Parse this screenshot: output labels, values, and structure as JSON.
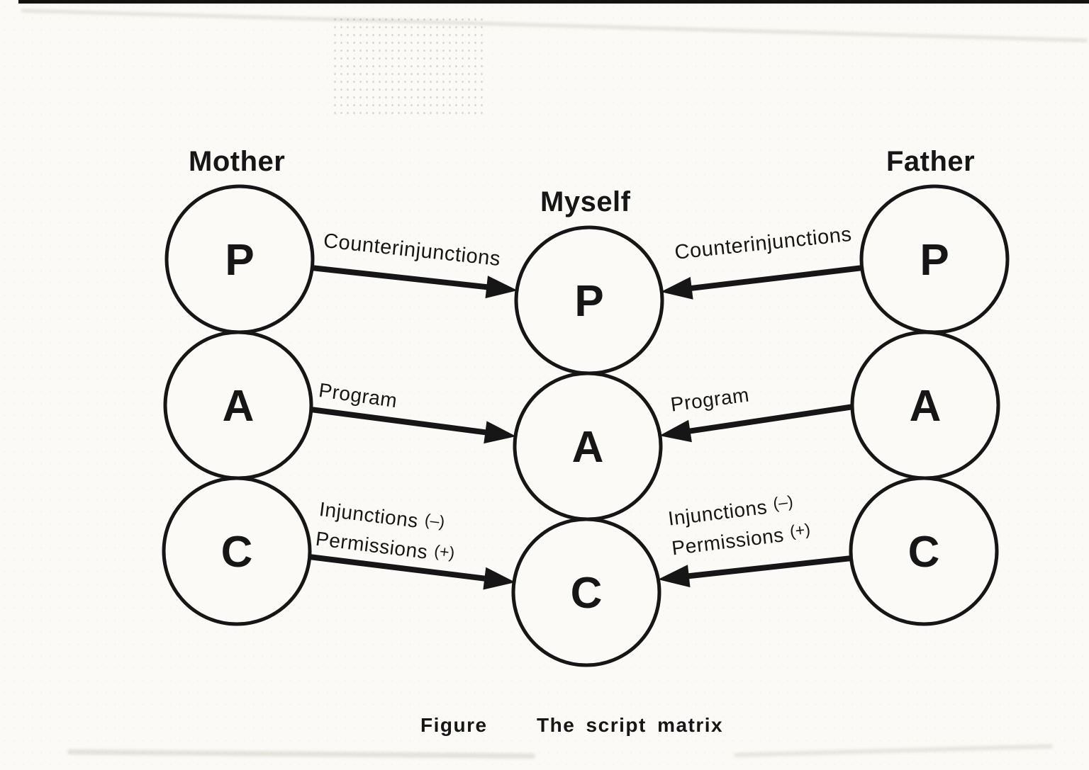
{
  "colors": {
    "ink": "#161616",
    "paper": "#fbfaf6"
  },
  "diagram": {
    "columns": [
      {
        "id": "mother",
        "label": "Mother",
        "nodes": [
          "P",
          "A",
          "C"
        ]
      },
      {
        "id": "myself",
        "label": "Myself",
        "nodes": [
          "P",
          "A",
          "C"
        ]
      },
      {
        "id": "father",
        "label": "Father",
        "nodes": [
          "P",
          "A",
          "C"
        ]
      }
    ],
    "edges": [
      {
        "from": "mother-P",
        "to": "myself-P",
        "label": "Counterinjunctions"
      },
      {
        "from": "father-P",
        "to": "myself-P",
        "label": "Counterinjunctions"
      },
      {
        "from": "mother-A",
        "to": "myself-A",
        "label": "Program"
      },
      {
        "from": "father-A",
        "to": "myself-A",
        "label": "Program"
      },
      {
        "from": "mother-C",
        "to": "myself-C",
        "label": "Injunctions",
        "sign": "(–)",
        "label2": "Permissions",
        "sign2": "(+)"
      },
      {
        "from": "father-C",
        "to": "myself-C",
        "label": "Injunctions",
        "sign": "(–)",
        "label2": "Permissions",
        "sign2": "(+)"
      }
    ],
    "caption": {
      "prefix": "Figure",
      "title": "The script matrix"
    }
  }
}
